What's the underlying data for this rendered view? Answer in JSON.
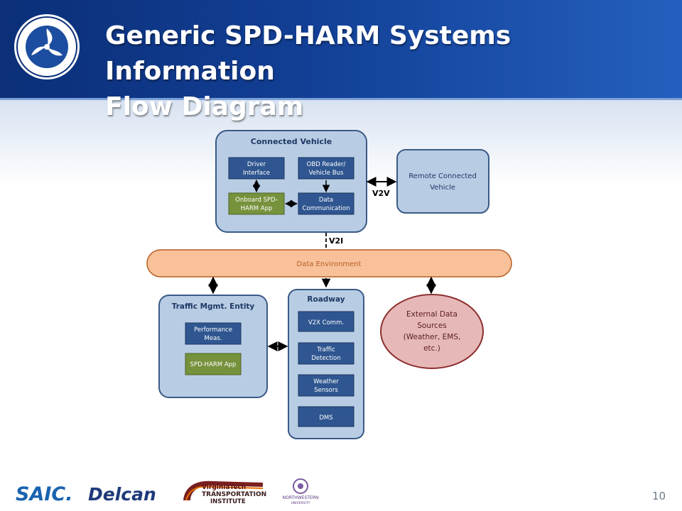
{
  "header": {
    "title_line1": "Generic SPD-HARM Systems Information",
    "title_line2": "Flow Diagram"
  },
  "diagram": {
    "connected_vehicle": {
      "title": "Connected Vehicle",
      "driver_interface": [
        "Driver",
        "Interface"
      ],
      "obd_reader": [
        "OBD Reader/",
        "Vehicle Bus"
      ],
      "onboard_app": [
        "Onboard SPD-",
        "HARM App"
      ],
      "data_comm": [
        "Data",
        "Communication"
      ]
    },
    "remote_vehicle": [
      "Remote Connected",
      "Vehicle"
    ],
    "v2v_label": "V2V",
    "v2i_label": "V2I",
    "data_environment": "Data Environment",
    "traffic_mgmt": {
      "title": "Traffic Mgmt. Entity",
      "performance": [
        "Performance",
        "Meas."
      ],
      "spd_harm_app": "SPD-HARM App"
    },
    "roadway": {
      "title": "Roadway",
      "v2x": "V2X Comm.",
      "traffic_detection": [
        "Traffic",
        "Detection"
      ],
      "weather_sensors": [
        "Weather",
        "Sensors"
      ],
      "dms": "DMS"
    },
    "external_sources": [
      "External Data",
      "Sources",
      "(Weather, EMS,",
      "etc.)"
    ]
  },
  "footer": {
    "slide_number": "10",
    "logos": {
      "saic": "SAIC.",
      "delcan": "Delcan",
      "vtti_line1": "VirginiaTech",
      "vtti_line2": "TRANSPORTATION",
      "vtti_line3": "INSTITUTE",
      "northwestern": "NORTHWESTERN",
      "northwestern_sub": "UNIVERSITY"
    }
  },
  "colors": {
    "header_dark": "#0b2f78",
    "header_light": "#2460bf",
    "container_fill": "#b8cde4",
    "container_stroke": "#3a5a86",
    "box_fill": "#2f5690",
    "green_box": "#76923c",
    "data_env_fill": "#f8c199",
    "external_fill": "#e6b9b8",
    "external_stroke": "#8c2f2f"
  }
}
